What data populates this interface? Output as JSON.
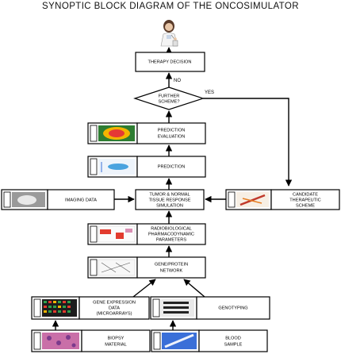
{
  "title": "SYNOPTIC BLOCK DIAGRAM OF THE ONCOSIMULATOR",
  "nodes": {
    "therapy_decision": "THERAPY DECISION",
    "further_scheme": [
      "FURTHER",
      "SCHEME?"
    ],
    "prediction_evaluation": [
      "PREDICTION",
      "EVALUATION"
    ],
    "prediction": "PREDICTION",
    "imaging_data": "IMAGING DATA",
    "simulation": [
      "TUMOR & NORMAL",
      "TISSUE RESPONSE",
      "SIMULATION"
    ],
    "candidate_scheme": [
      "CANDIDATE",
      "THERAPEUTIC",
      "SCHEME"
    ],
    "parameters": [
      "RADIOBIOLOGICAL",
      "PHARMACODYNAMIC",
      "PARAMETERS"
    ],
    "gene_network": [
      "GENE/PROTEIN",
      "NETWORK"
    ],
    "gene_expression": [
      "GENE EXPRESSION",
      "DATA",
      "(MICROARRAYS)"
    ],
    "genotyping": "GENOTYPING",
    "biopsy": [
      "BIOPSY",
      "MATERIAL"
    ],
    "blood": [
      "BLOOD",
      "SAMPLE"
    ]
  },
  "edges": {
    "no_label": "NO",
    "yes_label": "YES"
  },
  "colors": {
    "thumb_red": "#e23b2e",
    "thumb_green": "#2fa04a",
    "thumb_blue": "#3a6fd8",
    "thumb_pink": "#d98fb3",
    "thumb_gray": "#8a8a8a"
  },
  "icons": {
    "doctor": "doctor-figure-icon"
  }
}
